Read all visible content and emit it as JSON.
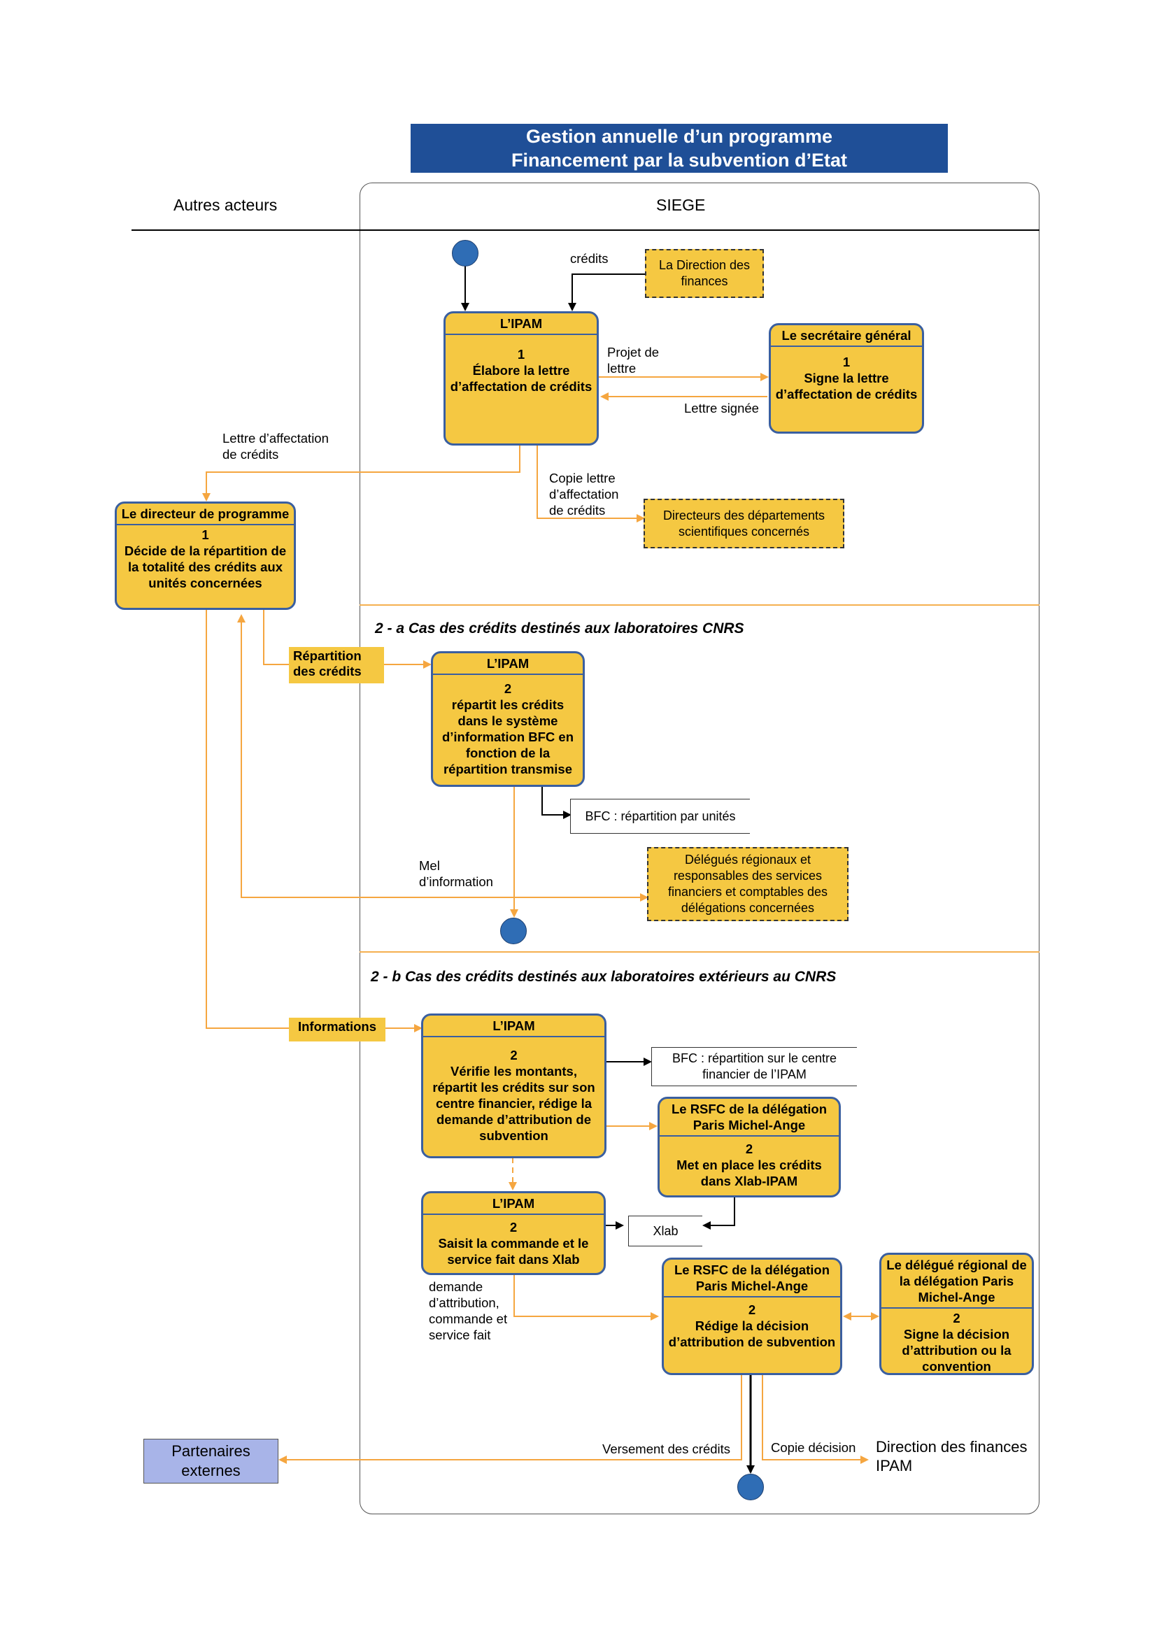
{
  "title": {
    "line1": "Gestion annuelle d’un programme",
    "line2": "Financement par la subvention d’Etat"
  },
  "lanes": {
    "left": "Autres acteurs",
    "right": "SIEGE"
  },
  "sections": {
    "a": "2 - a Cas des crédits destinés aux laboratoires CNRS",
    "b": "2 - b Cas des crédits destinés aux laboratoires extérieurs au CNRS"
  },
  "boxes": {
    "ipam1": {
      "head": "L’IPAM",
      "num": "1",
      "text": "Élabore la lettre d’affectation de crédits"
    },
    "sg1": {
      "head": "Le secrétaire général",
      "num": "1",
      "text": "Signe la lettre d’affectation de crédits"
    },
    "dp1": {
      "head": "Le directeur de programme",
      "num": "1",
      "text": "Décide de la répartition de la totalité des crédits aux unités concernées"
    },
    "ipam2a": {
      "head": "L’IPAM",
      "num": "2",
      "text": "répartit les crédits dans le système d’information BFC en fonction de la répartition transmise"
    },
    "ipam2b": {
      "head": "L’IPAM",
      "num": "2",
      "text": "Vérifie les montants, répartit les crédits sur son centre financier, rédige la demande d’attribution de subvention"
    },
    "rsfc1": {
      "head": "Le RSFC de la délégation Paris Michel-Ange",
      "num": "2",
      "text": "Met en place les crédits dans Xlab-IPAM"
    },
    "ipam2c": {
      "head": "L’IPAM",
      "num": "2",
      "text": "Saisit la commande et le service fait dans Xlab"
    },
    "rsfc2": {
      "head": "Le RSFC de la délégation Paris Michel-Ange",
      "num": "2",
      "text": "Rédige la décision d’attribution de subvention"
    },
    "dr": {
      "head": "Le délégué régional de la délégation Paris Michel-Ange",
      "num": "2",
      "text": "Signe la décision d’attribution ou la convention"
    }
  },
  "dashed": {
    "df": "La Direction des finances",
    "dds": "Directeurs des départements scientifiques concernés",
    "deleg": "Délégués régionaux et responsables des services financiers et comptables des délégations concernées"
  },
  "stores": {
    "bfc1": "BFC : répartition par unités",
    "bfc2": "BFC : répartition sur le centre financier de l’IPAM",
    "xlab": "Xlab"
  },
  "tags": {
    "repartition": "Répartition des crédits",
    "informations": "Informations"
  },
  "labels": {
    "credits": "crédits",
    "projet": "Projet de lettre",
    "signee": "Lettre signée",
    "lettre_aff": "Lettre d’affectation de crédits",
    "copie_lettre": "Copie lettre d’affectation de crédits",
    "mel": "Mel d’information",
    "demande": "demande d’attribution, commande et service fait",
    "versement": "Versement des crédits",
    "copie_decision": "Copie décision",
    "dir_fin": "Direction des finances IPAM"
  },
  "partner": "Partenaires externes",
  "colors": {
    "box_fill": "#f5c842",
    "box_border": "#3a5fa0",
    "flow": "#f5a640",
    "title_bg": "#1f4f97",
    "node": "#2f6db5",
    "partner_fill": "#a8b4e8"
  }
}
